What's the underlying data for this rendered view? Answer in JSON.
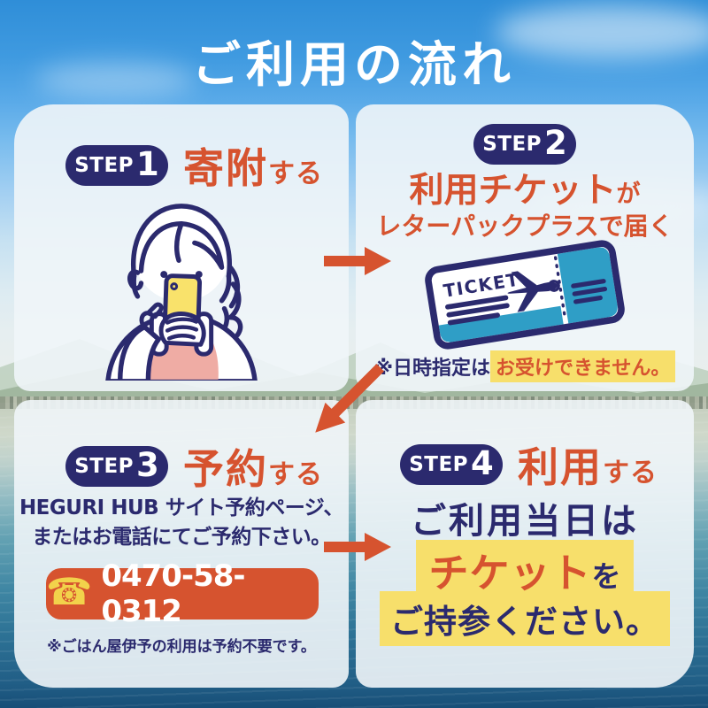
{
  "title": "ご利用の流れ",
  "colors": {
    "navy": "#2b2a6e",
    "orange": "#d6532f",
    "highlight_yellow": "#f7df6b",
    "ticket_teal": "#2f9ec6",
    "phone_icon_yellow": "#f2d24b"
  },
  "icons": {
    "phone": "☎",
    "arrow": "arrow-right",
    "note_mark": "※"
  },
  "steps": [
    {
      "badge_step": "STEP",
      "badge_num": "1",
      "title_main": "寄附",
      "title_suffix": "する"
    },
    {
      "badge_step": "STEP",
      "badge_num": "2",
      "line1_main": "利用チケット",
      "line1_suffix": "が",
      "line2": "レターパックプラスで届く",
      "ticket_label": "TICKET",
      "note_prefix": "※日時指定は",
      "note_highlight": "お受けできません。"
    },
    {
      "badge_step": "STEP",
      "badge_num": "3",
      "title_main": "予約",
      "title_suffix": "する",
      "desc_line1": "HEGURI HUB サイト予約ページ、",
      "desc_line2": "またはお電話にてご予約下さい。",
      "phone_number": "0470-58-0312",
      "note": "※ごはん屋伊予の利用は予約不要です。"
    },
    {
      "badge_step": "STEP",
      "badge_num": "4",
      "title_main": "利用",
      "title_suffix": "する",
      "line1": "ご利用当日は",
      "line2_main": "チケット",
      "line2_suffix": "を",
      "line3": "ご持参ください。"
    }
  ]
}
